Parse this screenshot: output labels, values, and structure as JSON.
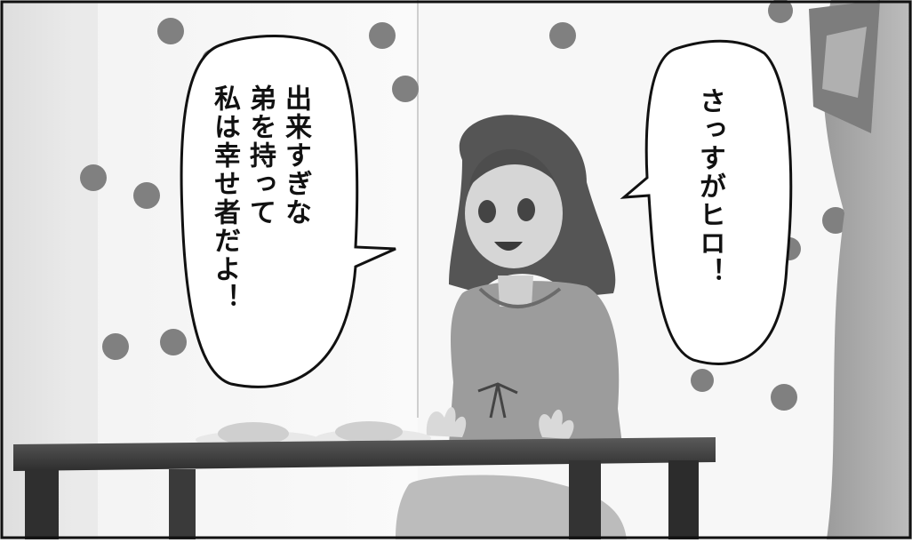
{
  "panel": {
    "colors": {
      "wall": "#f4f4f4",
      "dots": "#7a7a7a",
      "table": "#3c3c3c",
      "border": "#111111"
    }
  },
  "bubble_left": {
    "lines": [
      "出来すぎな",
      "弟を持って",
      "私は幸せ者だよ！"
    ]
  },
  "bubble_right": {
    "lines": [
      "さっすがヒロ！"
    ]
  }
}
